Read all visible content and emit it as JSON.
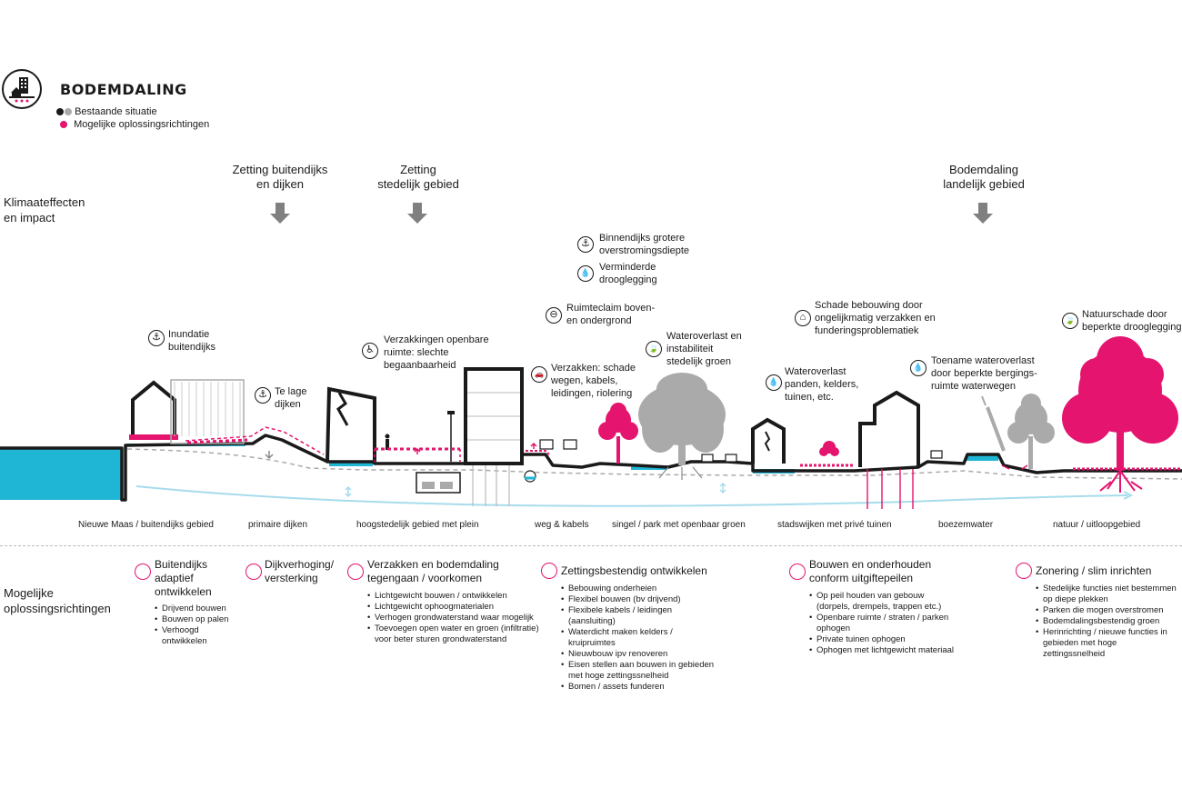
{
  "header": {
    "title": "BODEMDALING",
    "legend": [
      {
        "label": "Bestaande situatie",
        "colors": [
          "#1a1a1a",
          "#aaaaaa"
        ]
      },
      {
        "label": "Mogelijke oplossingsrichtingen",
        "colors": [
          "#e4146f"
        ]
      }
    ]
  },
  "left_labels": {
    "climate": [
      "Klimaateffecten",
      "en impact"
    ],
    "solutions": [
      "Mogelijke",
      "oplossingsrichtingen"
    ]
  },
  "effects": [
    {
      "lines": [
        "Zetting buitendijks",
        "en dijken"
      ]
    },
    {
      "lines": [
        "Zetting",
        "stedelijk gebied"
      ]
    },
    {
      "lines": [
        "Bodemdaling",
        "landelijk gebied"
      ]
    }
  ],
  "impacts": [
    {
      "icon": "flood-depth-icon",
      "glyph": "⚓",
      "lines": [
        "Inundatie",
        "buitendijks"
      ]
    },
    {
      "icon": "flood-depth-icon",
      "glyph": "⚓",
      "lines": [
        "Te lage",
        "dijken"
      ]
    },
    {
      "icon": "accessibility-icon",
      "glyph": "♿",
      "lines": [
        "Verzakkingen openbare",
        "ruimte: slechte",
        "begaanbaarheid"
      ]
    },
    {
      "icon": "flood-depth-icon",
      "glyph": "⚓",
      "lines": [
        "Binnendijks grotere",
        "overstromingsdiepte"
      ]
    },
    {
      "icon": "water-drop-icon",
      "glyph": "💧",
      "lines": [
        "Verminderde",
        "drooglegging"
      ]
    },
    {
      "icon": "underground-icon",
      "glyph": "⊖",
      "lines": [
        "Ruimteclaim boven-",
        "en ondergrond"
      ]
    },
    {
      "icon": "car-icon",
      "glyph": "🚗",
      "lines": [
        "Verzakken: schade",
        "wegen, kabels,",
        "leidingen, riolering"
      ]
    },
    {
      "icon": "leaf-icon",
      "glyph": "🍃",
      "lines": [
        "Wateroverlast  en",
        "instabiliteit",
        "stedelijk groen"
      ]
    },
    {
      "icon": "water-drop-icon",
      "glyph": "💧",
      "lines": [
        "Wateroverlast",
        "panden, kelders,",
        "tuinen, etc."
      ]
    },
    {
      "icon": "house-icon",
      "glyph": "⌂",
      "lines": [
        "Schade bebouwing door",
        "ongelijkmatig verzakken en",
        "funderingsproblematiek"
      ]
    },
    {
      "icon": "water-drop-icon",
      "glyph": "💧",
      "lines": [
        "Toename wateroverlast",
        "door beperkte bergings-",
        "ruimte waterwegen"
      ]
    },
    {
      "icon": "leaf-icon",
      "glyph": "🍃",
      "lines": [
        "Natuurschade door",
        "beperkte drooglegging"
      ]
    }
  ],
  "zones": [
    "Nieuwe Maas / buitendijks gebied",
    "primaire dijken",
    "hoogstedelijk gebied met plein",
    "weg & kabels",
    "singel / park met openbaar groen",
    "stadswijken met privé tuinen",
    "boezemwater",
    "natuur / uitloopgebied"
  ],
  "solutions": [
    {
      "title": [
        "Buitendijks",
        "adaptief",
        "ontwikkelen"
      ],
      "items": [
        "Drijvend bouwen",
        "Bouwen op palen",
        "Verhoogd ontwikkelen"
      ]
    },
    {
      "title": [
        "Dijkverhoging/",
        "versterking"
      ],
      "items": []
    },
    {
      "title": [
        "Verzakken en bodemdaling",
        "tegengaan / voorkomen"
      ],
      "items": [
        "Lichtgewicht bouwen / ontwikkelen",
        "Lichtgewicht ophoogmaterialen",
        "Verhogen grondwaterstand waar mogelijk",
        "Toevoegen open water en groen (infiltratie) voor beter sturen grondwaterstand"
      ]
    },
    {
      "title": [
        "Zettingsbestendig ontwikkelen"
      ],
      "items": [
        "Bebouwing onderheien",
        "Flexibel bouwen (bv drijvend)",
        "Flexibele kabels / leidingen (aansluiting)",
        "Waterdicht maken kelders / kruipruimtes",
        "Nieuwbouw ipv renoveren",
        "Eisen stellen aan bouwen in gebieden met hoge zettingssnelheid",
        "Bomen / assets funderen"
      ]
    },
    {
      "title": [
        "Bouwen en onderhouden",
        "conform uitgiftepeilen"
      ],
      "items": [
        "Op peil houden van gebouw (dorpels, drempels, trappen etc.)",
        "Openbare ruimte / straten / parken ophogen",
        "Private tuinen ophogen",
        "Ophogen met lichtgewicht materiaal"
      ]
    },
    {
      "title": [
        "Zonering / slim inrichten"
      ],
      "items": [
        "Stedelijke functies niet bestemmen op diepe plekken",
        "Parken die mogen overstromen",
        "Bodemdalingsbestendig groen",
        "Herinrichting  / nieuwe functies in gebieden met hoge zettingssnelheid"
      ]
    }
  ],
  "colors": {
    "water": "#1fb6d6",
    "magenta": "#e4146f",
    "grey": "#aaaaaa",
    "ink": "#1a1a1a"
  }
}
